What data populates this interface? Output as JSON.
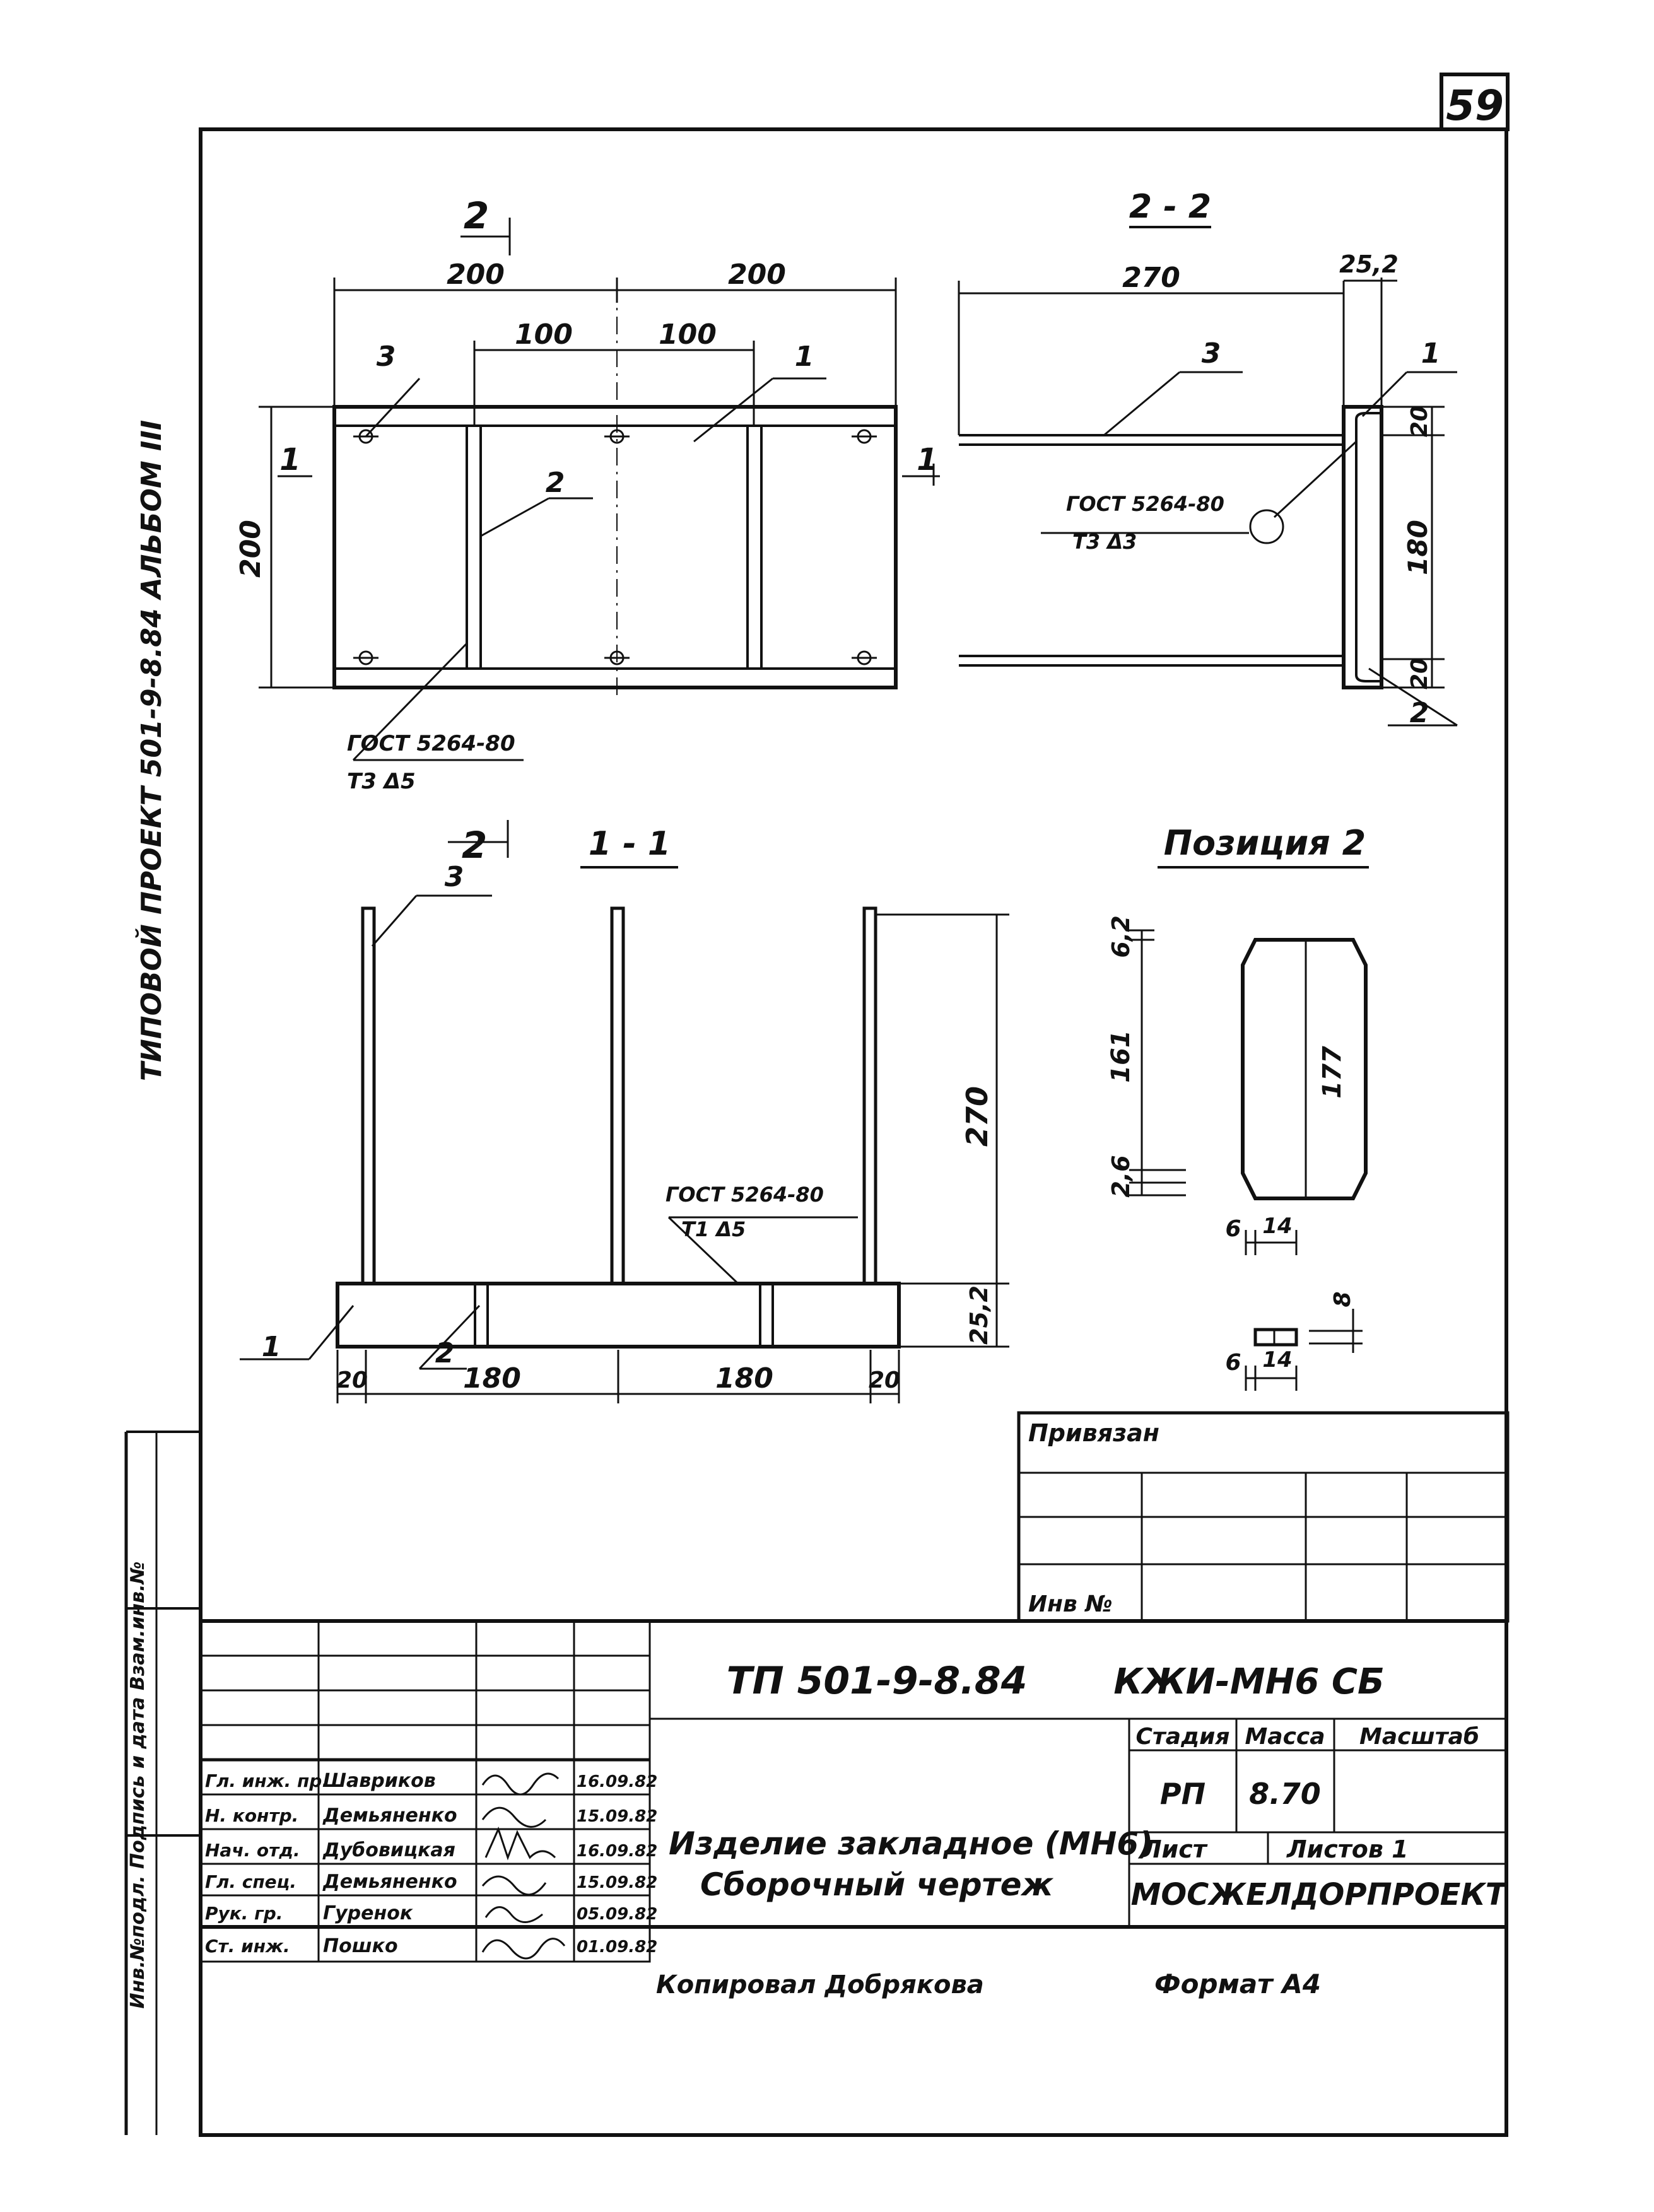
{
  "sheet": {
    "page_number": "59",
    "side_strip_text": "ТИПОВОЙ ПРОЕКТ 501-9-8.84 АЛЬБОМ III",
    "side_strip_lower": "Инв.№подл. Подпись и дата Взам.инв.№"
  },
  "view_plan": {
    "section_mark_top": "2",
    "section_mark_side": "1",
    "dim_left_200": "200",
    "dim_right_200": "200",
    "dim_100_a": "100",
    "dim_100_b": "100",
    "dim_height_200": "200",
    "pos_3": "3",
    "pos_1": "1",
    "pos_2": "2",
    "weld_standard": "ГОСТ 5264-80",
    "weld_type": "Т3 Δ5"
  },
  "view_2_2": {
    "title": "2 - 2",
    "dim_270": "270",
    "dim_25_2": "25,2",
    "dim_20_top": "20",
    "dim_180": "180",
    "dim_20_bottom": "20",
    "pos_3": "3",
    "pos_1": "1",
    "pos_2": "2",
    "weld_standard": "ГОСТ 5264-80",
    "weld_type": "Т3 Δ3"
  },
  "view_1_1": {
    "title": "1 - 1",
    "section_mark": "2",
    "pos_3": "3",
    "pos_1": "1",
    "pos_2": "2",
    "dim_270": "270",
    "dim_25_2": "25,2",
    "dim_20_left": "20",
    "dim_180_a": "180",
    "dim_180_b": "180",
    "dim_20_right": "20",
    "weld_standard": "ГОСТ 5264-80",
    "weld_type": "Т1 Δ5"
  },
  "position_2": {
    "title": "Позиция 2",
    "dim_6_2": "6,2",
    "dim_161": "161",
    "dim_2_6": "2,6",
    "dim_177": "177",
    "dim_6_a": "6",
    "dim_14_a": "14",
    "dim_8": "8",
    "dim_6_b": "6",
    "dim_14_b": "14"
  },
  "title_block": {
    "privyazan": "Привязан",
    "inv_no": "Инв №",
    "project_code": "ТП 501-9-8.84",
    "doc_code": "КЖИ-МН6 СБ",
    "stage_label": "Стадия",
    "mass_label": "Масса",
    "scale_label": "Масштаб",
    "stage_value": "РП",
    "mass_value": "8.70",
    "sheet_label": "Лист",
    "sheets_label": "Листов 1",
    "title_line1": "Изделие закладное (МН6)",
    "title_line2": "Сборочный чертеж",
    "organization": "МОСЖЕЛДОРПРОЕКТ",
    "signers": [
      {
        "role": "Гл. инж. пр.",
        "name": "Шавриков",
        "date": "16.09.82"
      },
      {
        "role": "Н. контр.",
        "name": "Демьяненко",
        "date": "15.09.82"
      },
      {
        "role": "Нач. отд.",
        "name": "Дубовицкая",
        "date": "16.09.82"
      },
      {
        "role": "Гл. спец.",
        "name": "Демьяненко",
        "date": "15.09.82"
      },
      {
        "role": "Рук. гр.",
        "name": "Гуренок",
        "date": "05.09.82"
      },
      {
        "role": "Ст. инж.",
        "name": "Пошко",
        "date": "01.09.82"
      }
    ],
    "copied_by": "Копировал  Добрякова",
    "format": "Формат А4"
  }
}
